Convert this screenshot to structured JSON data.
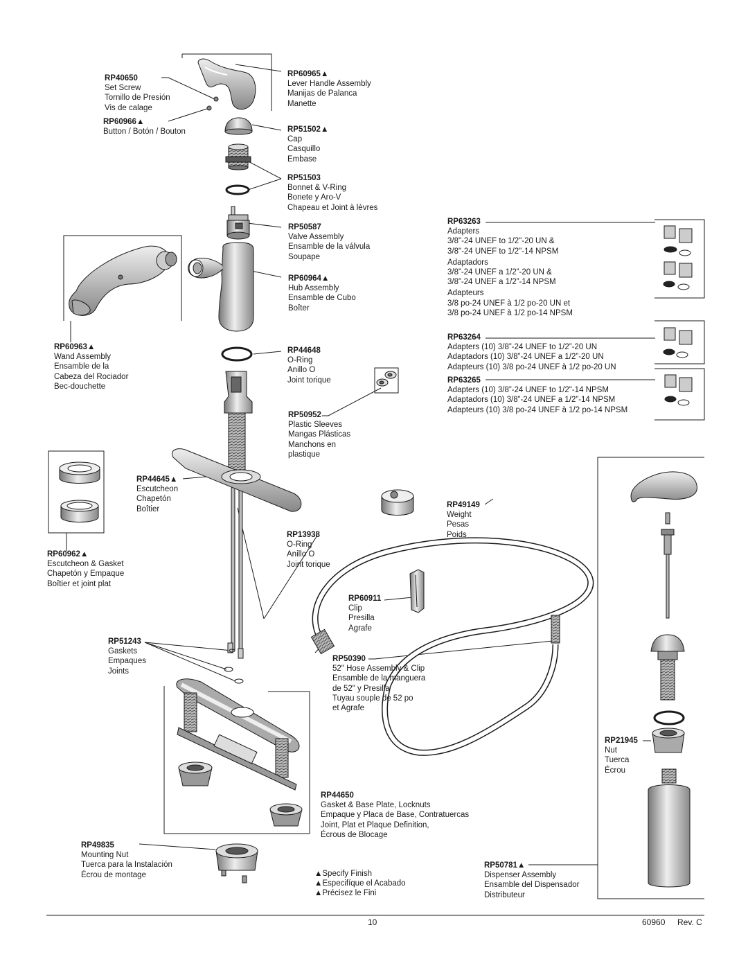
{
  "labels": {
    "rp40650": {
      "part": "RP40650",
      "lines": [
        "Set Screw",
        "Tornillo de Presión",
        "Vis de calage"
      ]
    },
    "rp60966": {
      "part": "RP60966▲",
      "lines": [
        "Button / Botón / Bouton"
      ]
    },
    "rp60965": {
      "part": "RP60965▲",
      "lines": [
        "Lever Handle Assembly",
        "Manijas de Palanca",
        "Manette"
      ]
    },
    "rp51502": {
      "part": "RP51502▲",
      "lines": [
        "Cap",
        "Casquillo",
        "Embase"
      ]
    },
    "rp51503": {
      "part": "RP51503",
      "lines": [
        "Bonnet & V-Ring",
        "Bonete y Aro-V",
        "Chapeau et Joint à lèvres"
      ]
    },
    "rp50587": {
      "part": "RP50587",
      "lines": [
        "Valve Assembly",
        "Ensamble de la válvula",
        "Soupape"
      ]
    },
    "rp60964": {
      "part": "RP60964▲",
      "lines": [
        "Hub Assembly",
        "Ensamble de Cubo",
        "Boîter"
      ]
    },
    "rp44648": {
      "part": "RP44648",
      "lines": [
        "O-Ring",
        "Anillo O",
        "Joint torique"
      ]
    },
    "rp50952": {
      "part": "RP50952",
      "lines": [
        "Plastic Sleeves",
        "Mangas Plásticas",
        "Manchons en",
        "plastique"
      ]
    },
    "rp60963": {
      "part": "RP60963▲",
      "lines": [
        "Wand Assembly",
        "Ensamble de la",
        "Cabeza del Rociador",
        "Bec-douchette"
      ]
    },
    "rp44645": {
      "part": "RP44645▲",
      "lines": [
        "Escutcheon",
        "Chapetón",
        "Boîtier"
      ]
    },
    "rp60962": {
      "part": "RP60962▲",
      "lines": [
        "Escutcheon & Gasket",
        "Chapetón y Empaque",
        "Boîtier et joint plat"
      ]
    },
    "rp13938": {
      "part": "RP13938",
      "lines": [
        "O-Ring",
        "Anillo O",
        "Joint torique"
      ]
    },
    "rp49149": {
      "part": "RP49149",
      "lines": [
        "Weight",
        "Pesas",
        "Poids"
      ]
    },
    "rp60911": {
      "part": "RP60911",
      "lines": [
        "Clip",
        "Presilla",
        "Agrafe"
      ]
    },
    "rp50390": {
      "part": "RP50390",
      "lines": [
        "52\" Hose Assembly & Clip",
        "Ensamble de la manguera",
        "de 52\" y Presilla",
        "Tuyau souple de 52 po",
        "et Agrafe"
      ]
    },
    "rp51243": {
      "part": "RP51243",
      "lines": [
        "Gaskets",
        "Empaques",
        "Joints"
      ]
    },
    "rp44650": {
      "part": "RP44650",
      "lines": [
        "Gasket & Base Plate, Locknuts",
        "Empaque y Placa de Base, Contratuercas",
        "Joint, Plat et Plaque Definition,",
        "Écrous de Blocage"
      ]
    },
    "rp49835": {
      "part": "RP49835",
      "lines": [
        "Mounting Nut",
        "Tuerca para la Instalación",
        "Écrou de montage"
      ]
    },
    "rp63263": {
      "part": "RP63263",
      "lines": [
        "Adapters",
        "3/8\"-24 UNEF to 1/2\"-20 UN &",
        "3/8\"-24 UNEF to 1/2\"-14 NPSM",
        "Adaptadors",
        "3/8”-24 UNEF a 1/2”-20 UN &",
        "3/8”-24 UNEF a 1/2”-14 NPSM",
        "Adapteurs",
        "3/8 po-24 UNEF à 1/2 po-20 UN et",
        "3/8 po-24 UNEF à 1/2 po-14 NPSM"
      ]
    },
    "rp63264": {
      "part": "RP63264",
      "lines": [
        "Adapters (10) 3/8”-24 UNEF to 1/2”-20 UN",
        "Adaptadors (10) 3/8”-24 UNEF a 1/2”-20 UN",
        "Adapteurs (10) 3/8 po-24 UNEF à 1/2 po-20 UN"
      ]
    },
    "rp63265": {
      "part": "RP63265",
      "lines": [
        "Adapters (10) 3/8”-24 UNEF to 1/2\"-14 NPSM",
        "Adaptadors (10) 3/8”-24 UNEF a 1/2”-14 NPSM",
        "Adapteurs (10) 3/8 po-24 UNEF à 1/2 po-14 NPSM"
      ]
    },
    "rp21945": {
      "part": "RP21945",
      "lines": [
        "Nut",
        "Tuerca",
        "Écrou"
      ]
    },
    "rp50781": {
      "part": "RP50781▲",
      "lines": [
        "Dispenser Assembly",
        "Ensamble del Dispensador",
        "Distributeur"
      ]
    }
  },
  "legend": [
    "▲Specify Finish",
    "▲Especifíque el Acabado",
    "▲Précisez le Fini"
  ],
  "footer": {
    "page_number": "10",
    "doc_number": "60960",
    "revision": "Rev. C"
  }
}
